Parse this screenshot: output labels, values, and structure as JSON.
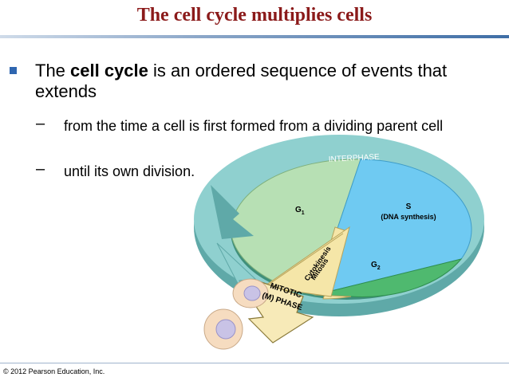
{
  "slide": {
    "title": "The cell cycle multiplies cells"
  },
  "bullet": {
    "text_before": "The ",
    "bold_term": "cell cycle",
    "text_after": " is an ordered sequence of events that extends"
  },
  "sub_bullets": [
    {
      "text": "from the time a cell is first formed from a dividing parent cell"
    },
    {
      "text": "until its own division."
    }
  ],
  "diagram": {
    "ring_label": "INTERPHASE",
    "g1_label": "G",
    "g1_sub": "1",
    "s_label": "S",
    "s_detail": "(DNA synthesis)",
    "g2_label": "G",
    "g2_sub": "2",
    "mitosis_label": "Mitosis",
    "cytokinesis_label": "Cytokinesis",
    "mitotic_line1": "MITOTIC",
    "mitotic_line2": "(M) PHASE",
    "colors": {
      "ring": "#8fd0cf",
      "ring_shadow": "#5fa9a8",
      "g1": "#b7e0b4",
      "s": "#6fcaf2",
      "g2": "#4fb96f",
      "mitotic": "#f5e6a8",
      "cell": "#f6dcc0",
      "nucleus": "#c9c3e6"
    }
  },
  "footer": {
    "copyright": "© 2012 Pearson Education, Inc."
  }
}
